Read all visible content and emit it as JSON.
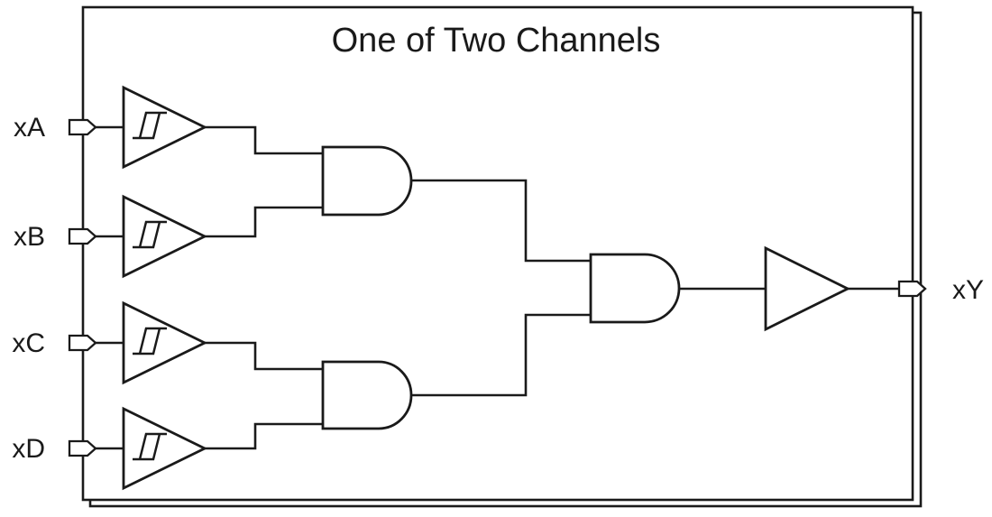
{
  "diagram": {
    "title": "One of Two Channels",
    "inputs": [
      {
        "label": "xA"
      },
      {
        "label": "xB"
      },
      {
        "label": "xC"
      },
      {
        "label": "xD"
      }
    ],
    "output": {
      "label": "xY"
    },
    "components": {
      "input_buffers": {
        "type": "schmitt-trigger-buffer",
        "count": 4
      },
      "and_gates": {
        "type": "and-gate",
        "count": 3
      },
      "output_buffer": {
        "type": "buffer",
        "count": 1
      },
      "channel_boxes": {
        "type": "stacked-channel-outline",
        "count": 2
      }
    },
    "colors": {
      "line": "#1a1a1a",
      "background": "#ffffff"
    }
  }
}
